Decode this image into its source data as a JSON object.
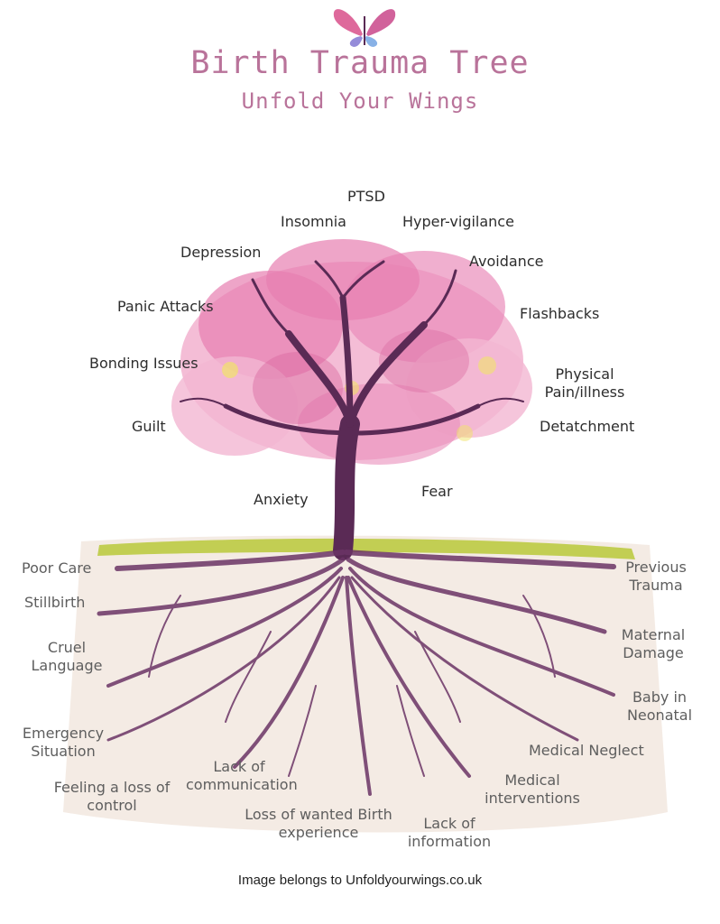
{
  "header": {
    "title": "Birth Trauma Tree",
    "subtitle": "Unfold Your Wings"
  },
  "branches": {
    "ptsd": "PTSD",
    "insomnia": "Insomnia",
    "hyper_vigilance": "Hyper-vigilance",
    "depression": "Depression",
    "avoidance": "Avoidance",
    "panic_attacks": "Panic Attacks",
    "flashbacks": "Flashbacks",
    "bonding_issues": "Bonding Issues",
    "physical_pain": [
      "Physical",
      "Pain/illness"
    ],
    "guilt": "Guilt",
    "detatchment": "Detatchment",
    "anxiety": "Anxiety",
    "fear": "Fear"
  },
  "roots": {
    "poor_care": "Poor Care",
    "stillbirth": "Stillbirth",
    "cruel_language": [
      "Cruel",
      "Language"
    ],
    "emergency_situation": [
      "Emergency",
      "Situation"
    ],
    "loss_of_control": [
      "Feeling a loss of",
      "control"
    ],
    "lack_of_communication": [
      "Lack of",
      "communication"
    ],
    "loss_of_birth_experience": [
      "Loss of wanted Birth",
      "experience"
    ],
    "lack_of_information": [
      "Lack of",
      "information"
    ],
    "medical_interventions": [
      "Medical",
      "interventions"
    ],
    "medical_neglect": "Medical Neglect",
    "baby_in_neonatal": [
      "Baby in",
      "Neonatal"
    ],
    "maternal_damage": [
      "Maternal",
      "Damage"
    ],
    "previous_trauma": [
      "Previous",
      "Trauma"
    ]
  },
  "footer": {
    "credit": "Image belongs to Unfoldyourwings.co.uk"
  },
  "colors": {
    "title": "#b9739a",
    "blossom": "#e77fb0",
    "trunk": "#5a2a55",
    "grass": "#b9c93a",
    "butterfly": "#d84f8a"
  },
  "icons": {
    "logo": "butterfly-icon"
  }
}
